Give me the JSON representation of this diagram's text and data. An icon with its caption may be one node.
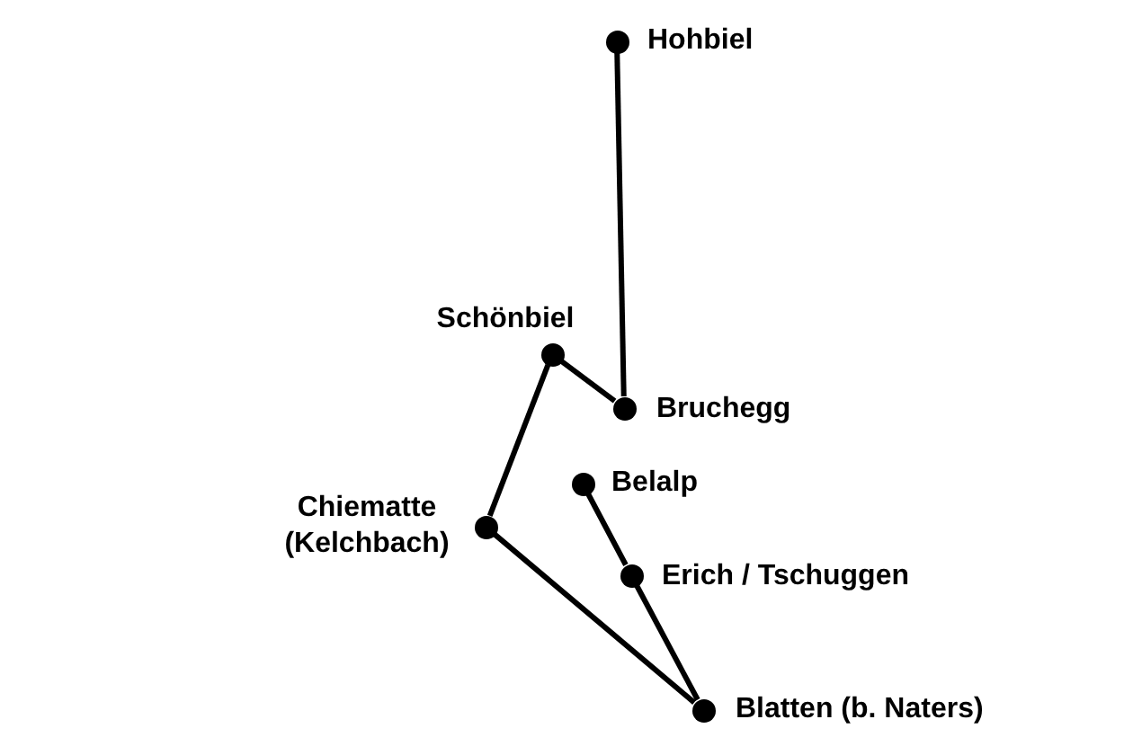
{
  "diagram": {
    "nodes": [
      {
        "text": [],
        "shape": "circle",
        "beside": [
          "Hohbiel"
        ]
      },
      {
        "text": [],
        "shape": "circle",
        "beside": [
          "Schönbiel"
        ]
      },
      {
        "text": [],
        "shape": "circle",
        "beside": [
          "Bruchegg"
        ]
      },
      {
        "text": [],
        "shape": "circle",
        "beside": [
          "Belalp"
        ]
      },
      {
        "text": [],
        "shape": "circle",
        "beside": [
          "Chiematte (Kelchbach)"
        ]
      },
      {
        "text": [],
        "shape": "circle",
        "beside": [
          "Erich / Tschuggen"
        ]
      },
      {
        "text": [],
        "shape": "circle",
        "beside": [
          "Blatten (b. Naters)"
        ]
      }
    ],
    "edges": [
      {
        "from": 0,
        "to": 2,
        "arrow": "none"
      },
      {
        "from": 2,
        "to": 1,
        "arrow": "none"
      },
      {
        "from": 1,
        "to": 4,
        "arrow": "none"
      },
      {
        "from": 4,
        "to": 6,
        "arrow": "none"
      },
      {
        "from": 6,
        "to": 5,
        "arrow": "none"
      },
      {
        "from": 5,
        "to": 3,
        "arrow": "none"
      }
    ]
  }
}
